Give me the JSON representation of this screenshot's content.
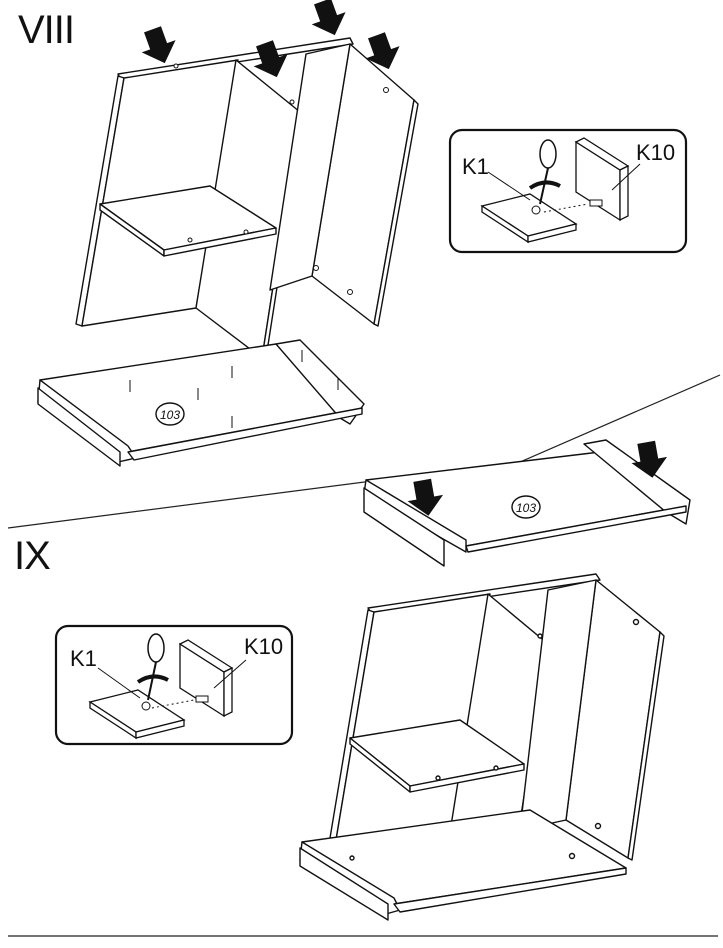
{
  "steps": [
    {
      "label": "VIII",
      "part_number": "103",
      "detail": {
        "tool_part": "K1",
        "fastener_part": "K10"
      }
    },
    {
      "label": "IX",
      "part_number": "103",
      "detail": {
        "tool_part": "K1",
        "fastener_part": "K10"
      }
    }
  ],
  "colors": {
    "line": "#111111",
    "panel": "#ffffff",
    "arrow": "#111111"
  },
  "icons": [
    "down-arrow-icon",
    "screwdriver-icon",
    "rotate-arrow-icon",
    "cam-lock-icon",
    "dowel-icon"
  ]
}
